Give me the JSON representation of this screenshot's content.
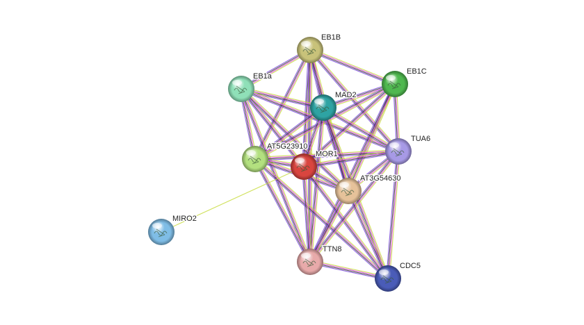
{
  "network": {
    "nodes": [
      {
        "id": "EB1B",
        "label": "EB1B",
        "color": "#c8c27a"
      },
      {
        "id": "EB1a",
        "label": "EB1a",
        "color": "#8fe0b8"
      },
      {
        "id": "EB1C",
        "label": "EB1C",
        "color": "#4fb84f"
      },
      {
        "id": "MAD2",
        "label": "MAD2",
        "color": "#2ea3a3"
      },
      {
        "id": "AT5G23910",
        "label": "AT5G23910",
        "color": "#b3e07f"
      },
      {
        "id": "MOR1",
        "label": "MOR1",
        "color": "#d9453f"
      },
      {
        "id": "TUA6",
        "label": "TUA6",
        "color": "#a79ae6"
      },
      {
        "id": "AT3G54630",
        "label": "AT3G54630",
        "color": "#e6c29a"
      },
      {
        "id": "MIRO2",
        "label": "MIRO2",
        "color": "#7fbde6"
      },
      {
        "id": "TTN8",
        "label": "TTN8",
        "color": "#e8aaaa"
      },
      {
        "id": "CDC5",
        "label": "CDC5",
        "color": "#4a5cb8"
      }
    ],
    "edges": [
      [
        "EB1B",
        "EB1a"
      ],
      [
        "EB1B",
        "MAD2"
      ],
      [
        "EB1B",
        "AT5G23910"
      ],
      [
        "EB1B",
        "MOR1"
      ],
      [
        "EB1B",
        "TUA6"
      ],
      [
        "EB1B",
        "AT3G54630"
      ],
      [
        "EB1B",
        "TTN8"
      ],
      [
        "EB1B",
        "EB1C"
      ],
      [
        "EB1a",
        "MAD2"
      ],
      [
        "EB1a",
        "AT5G23910"
      ],
      [
        "EB1a",
        "MOR1"
      ],
      [
        "EB1a",
        "TUA6"
      ],
      [
        "EB1a",
        "AT3G54630"
      ],
      [
        "EB1a",
        "TTN8"
      ],
      [
        "EB1C",
        "MAD2"
      ],
      [
        "EB1C",
        "AT5G23910"
      ],
      [
        "EB1C",
        "MOR1"
      ],
      [
        "EB1C",
        "TUA6"
      ],
      [
        "EB1C",
        "AT3G54630"
      ],
      [
        "EB1C",
        "TTN8"
      ],
      [
        "MAD2",
        "AT5G23910"
      ],
      [
        "MAD2",
        "MOR1"
      ],
      [
        "MAD2",
        "TUA6"
      ],
      [
        "MAD2",
        "AT3G54630"
      ],
      [
        "MAD2",
        "TTN8"
      ],
      [
        "MAD2",
        "CDC5"
      ],
      [
        "AT5G23910",
        "MOR1"
      ],
      [
        "AT5G23910",
        "TUA6"
      ],
      [
        "AT5G23910",
        "AT3G54630"
      ],
      [
        "AT5G23910",
        "TTN8"
      ],
      [
        "AT5G23910",
        "CDC5"
      ],
      [
        "MOR1",
        "TUA6"
      ],
      [
        "MOR1",
        "AT3G54630"
      ],
      [
        "MOR1",
        "TTN8"
      ],
      [
        "MOR1",
        "CDC5"
      ],
      [
        "MOR1",
        "MIRO2"
      ],
      [
        "TUA6",
        "AT3G54630"
      ],
      [
        "TUA6",
        "TTN8"
      ],
      [
        "TUA6",
        "CDC5"
      ],
      [
        "AT3G54630",
        "TTN8"
      ],
      [
        "AT3G54630",
        "CDC5"
      ],
      [
        "TTN8",
        "CDC5"
      ]
    ],
    "edge_colors": [
      "#c8dc40",
      "#d84ad8",
      "#3a3a3a",
      "#7a4ad8"
    ]
  }
}
